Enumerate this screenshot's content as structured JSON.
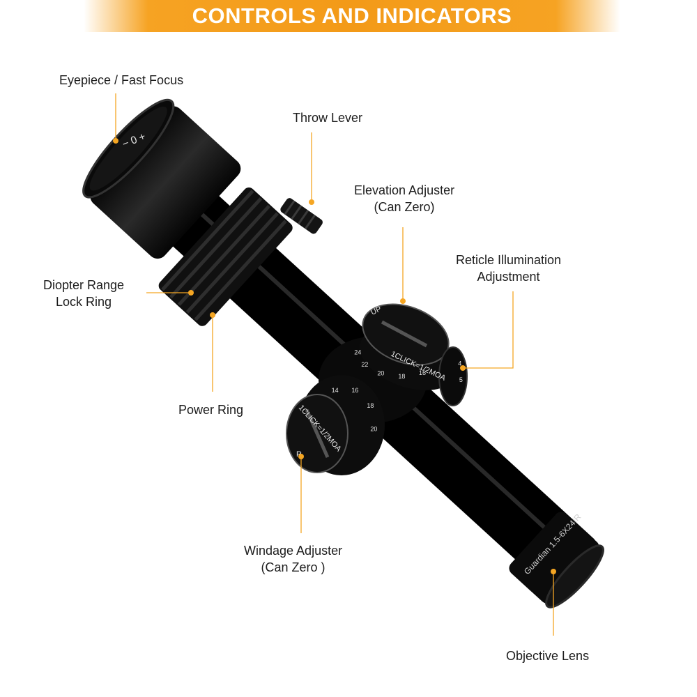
{
  "header": {
    "title": "CONTROLS AND INDICATORS"
  },
  "colors": {
    "banner": "#f39a18",
    "leader": "#f5a623",
    "scope_body": "#0d0d0d"
  },
  "labels": {
    "eyepiece": "Eyepiece / Fast Focus",
    "throw_lever": "Throw Lever",
    "elevation": [
      "Elevation Adjuster",
      "(Can Zero)"
    ],
    "reticle": [
      "Reticle Illumination",
      "Adjustment"
    ],
    "diopter": [
      "Diopter Range",
      "Lock Ring"
    ],
    "power_ring": "Power Ring",
    "windage": [
      "Windage Adjuster",
      "(Can Zero )"
    ],
    "objective": "Objective Lens"
  },
  "scope_markings": {
    "eyepiece_scale": "− 0 +",
    "elevation_up": "UP",
    "elevation_click": "1CLICK=1/2MOA",
    "windage_click": "1CLICK=1/2MOA",
    "windage_r": "R",
    "model": "Guardian 1.5-6X24IR",
    "elevation_numbers": [
      "24",
      "22",
      "20",
      "18",
      "16"
    ],
    "windage_numbers": [
      "14",
      "16",
      "18",
      "20"
    ],
    "illum_numbers": [
      "4",
      "5"
    ]
  }
}
